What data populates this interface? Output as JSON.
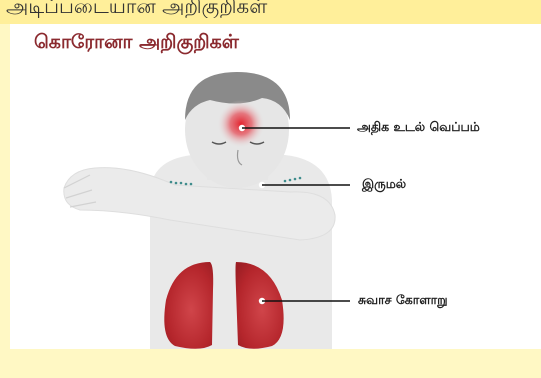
{
  "banner": {
    "text": "அடிப்படையான அறிகுறிகள்"
  },
  "title": "கொரோனா அறிகுறிகள்",
  "labels": {
    "fever": "அதிக உடல் வெப்பம்",
    "cough": "இருமல்",
    "breathing": "சுவாச கோளாறு"
  },
  "colors": {
    "title": "#8b2a2f",
    "lungs": "#b5262c",
    "skin": "#e9e9e9",
    "hair": "#8a8a8a",
    "droplets": "#3f8c8c",
    "background": "#fff8c4"
  }
}
